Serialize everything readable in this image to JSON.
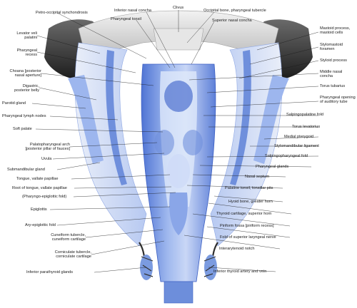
{
  "labels_top": {
    "petro_occipital": "Petro-occipital synchondrosis",
    "inferior_nasal_concha": "Inferior nasal concha",
    "clivus": "Clivus",
    "occipital_bone": "Occipital bone, pharyngeal tubercle",
    "pharyngeal_tonsil": "Pharyngeal tonsil",
    "superior_nasal_concha": "Superior nasal concha"
  },
  "labels_left": {
    "levator_veli_1": "Levator veli",
    "levator_veli_2": "palatini",
    "pharyngeal_recess_1": "Pharyngeal",
    "pharyngeal_recess_2": "recess",
    "choana_1": "Choana [posterior",
    "choana_2": "nasal aperture]",
    "digastric_1": "Digastric,",
    "digastric_2": "posterior belly",
    "parotid": "Parotid gland",
    "pharyngeal_lymph": "Pharyngeal lymph nodes",
    "soft_palate": "Soft palate",
    "palatopharyngeal_1": "Palatopharyngeal arch",
    "palatopharyngeal_2": "[posterior pillar of fauces]",
    "uvula": "Uvula",
    "submandibular": "Submandibular gland",
    "tongue_vallate": "Tongue, vallate papillae",
    "root_tongue": "Root of tongue, vallate papillae",
    "pharyngo_epiglottic": "(Pharyngo-epiglottic fold)",
    "epiglottis": "Epiglottis",
    "ary_epiglottic": "Ary-epiglottic fold",
    "cuneiform_1": "Cuneiform tubercle,",
    "cuneiform_2": "cuneiform cartilage",
    "corniculate_1": "Corniculate tubercle,",
    "corniculate_2": "corniculate cartilage",
    "inferior_parathyroid": "Inferior parathyroid glands"
  },
  "labels_right": {
    "mastoid_1": "Mastoid process,",
    "mastoid_2": "mastoid cells",
    "stylomastoid_1": "Stylomastoid",
    "stylomastoid_2": "foramen",
    "styloid": "Styloid process",
    "middle_concha_1": "Middle nasal",
    "middle_concha_2": "concha",
    "torus_tubarius": "Torus tubarius",
    "pharyngeal_opening_1": "Pharyngeal opening",
    "pharyngeal_opening_2": "of auditory tube",
    "salpingopalatine": "Salpingopalatine fold",
    "torus_levatorius": "Torus levatorius",
    "medial_pterygoid": "Medial pterygoid",
    "stylomandibular": "Stylomandibular ligament",
    "salpingopharyngeal": "Salpingopharyngeal fold",
    "pharyngeal_glands": "Pharyngeal glands",
    "nasal_septum": "Nasal septum",
    "palatine_tonsil": "Palatine tonsil, tonsillar pits",
    "hyoid": "Hyoid bone, greater horn",
    "thyroid_cartilage": "Thyroid cartilage, superior horn",
    "piriform": "Piriform fossa [piriform recess]",
    "superior_laryngeal": "Fold of superior laryngeal nerve",
    "interarytenoid": "Interarytenoid notch",
    "inferior_thyroid": "Inferior thyroid artery and vein"
  },
  "colors": {
    "mucosa_blue": "#7f9fe3",
    "light_blue": "#c4d4f4",
    "pale_blue": "#dbe5f8",
    "bone_gray": "#b5b5b5",
    "dark_gray": "#3c3c3c",
    "leader": "#1a1a1a"
  }
}
